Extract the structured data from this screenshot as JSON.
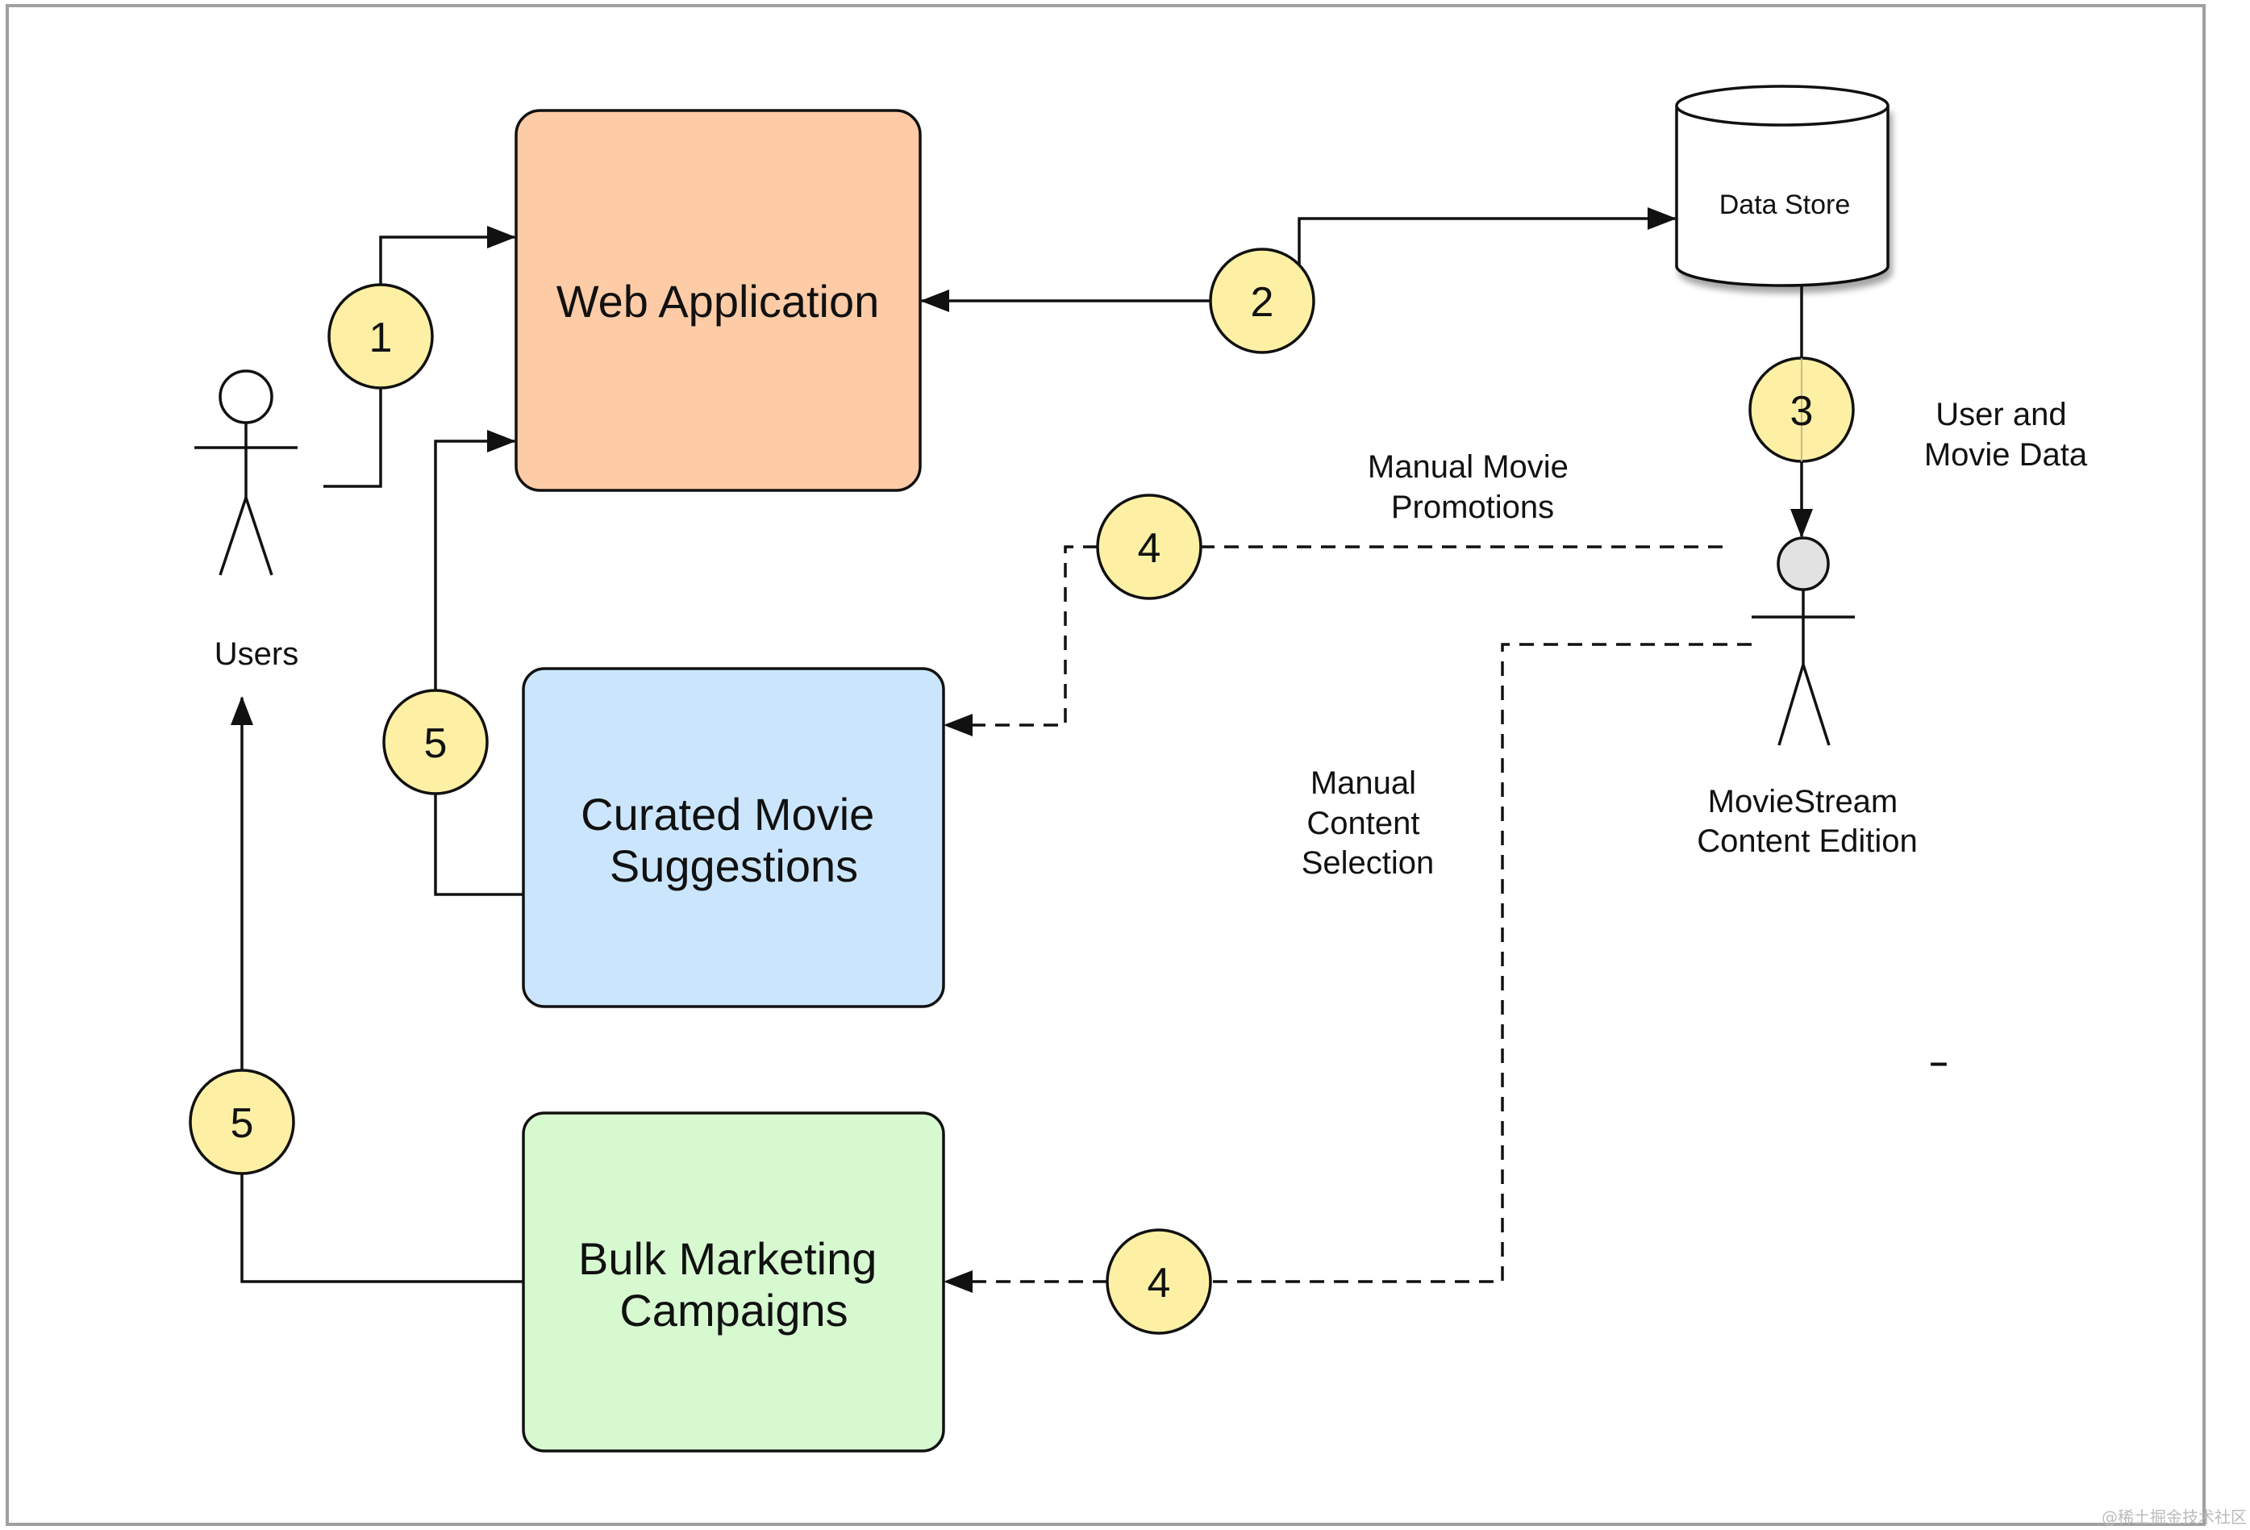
{
  "diagram": {
    "nodes": {
      "web_app": {
        "label": "Web Application",
        "color": "#fdcba6"
      },
      "curated": {
        "label_lines": [
          "Curated Movie",
          "Suggestions"
        ],
        "color": "#cbe6fc"
      },
      "bulk": {
        "label_lines": [
          "Bulk Marketing",
          "Campaigns"
        ],
        "color": "#d6f9d0"
      },
      "data_store": {
        "label": "Data Store",
        "color": "#ffffff"
      },
      "users": {
        "label": "Users"
      },
      "editor": {
        "label_lines": [
          "MovieStream",
          "Content Edition"
        ],
        "head_color": "#e2e2e2"
      }
    },
    "steps": {
      "s1": "1",
      "s2": "2",
      "s3": "3",
      "s4a": "4",
      "s4b": "4",
      "s5a": "5",
      "s5b": "5",
      "badge_color": "#fdf0a4"
    },
    "edge_labels": {
      "user_movie_data": [
        "User and",
        "Movie Data"
      ],
      "manual_promotions": [
        "Manual Movie",
        "Promotions"
      ],
      "manual_selection": [
        "Manual",
        "Content",
        "Selection"
      ]
    },
    "stray_mark": "–",
    "watermark": "@稀土掘金技术社区",
    "border_color": "#a0a0a0"
  }
}
